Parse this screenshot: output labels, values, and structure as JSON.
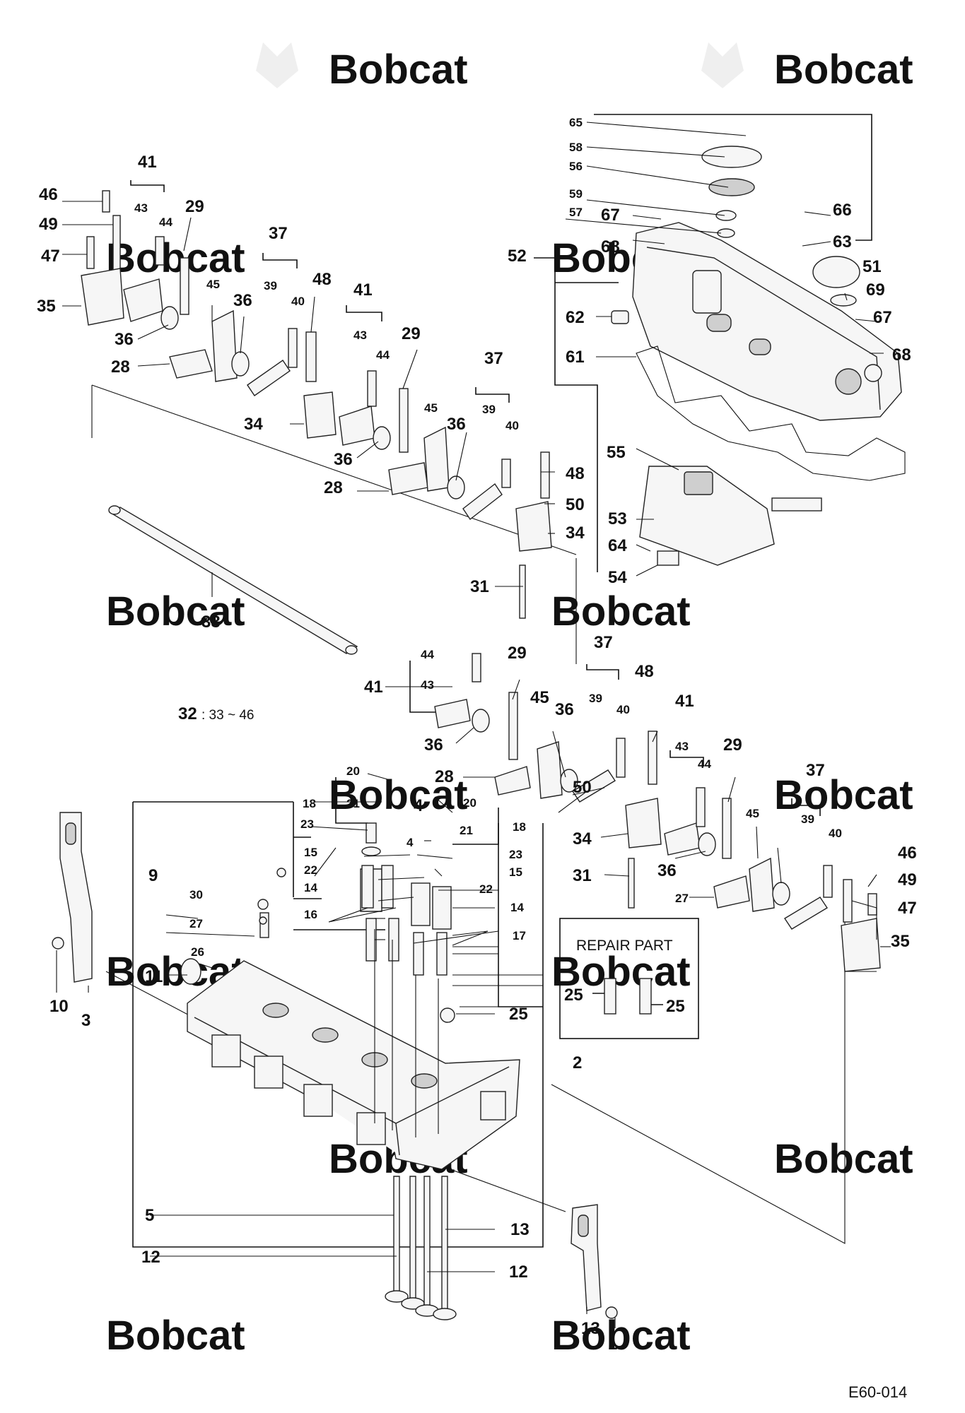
{
  "watermark": {
    "brand": "Bobcat",
    "color": "#ececec",
    "icon": "bobcat-logo-icon"
  },
  "diagram": {
    "reference_code": "E60-014",
    "assembly_note": {
      "number": "32",
      "range": ": 33 ~ 46"
    },
    "repair_box": {
      "title": "REPAIR PART",
      "items": [
        "25",
        "25"
      ]
    },
    "callouts": [
      "65",
      "58",
      "56",
      "59",
      "57",
      "67",
      "66",
      "68",
      "63",
      "52",
      "51",
      "69",
      "62",
      "67",
      "61",
      "68",
      "41",
      "46",
      "43",
      "44",
      "29",
      "49",
      "47",
      "35",
      "36",
      "28",
      "37",
      "45",
      "39",
      "40",
      "48",
      "36",
      "34",
      "41",
      "43",
      "44",
      "29",
      "36",
      "28",
      "45",
      "37",
      "36",
      "39",
      "40",
      "48",
      "50",
      "34",
      "55",
      "53",
      "64",
      "54",
      "33",
      "31",
      "44",
      "43",
      "41",
      "29",
      "37",
      "45",
      "48",
      "36",
      "39",
      "40",
      "36",
      "41",
      "28",
      "43",
      "29",
      "44",
      "50",
      "37",
      "20",
      "18",
      "21",
      "4",
      "20",
      "23",
      "21",
      "18",
      "9",
      "15",
      "22",
      "4",
      "23",
      "14",
      "15",
      "30",
      "16",
      "22",
      "14",
      "27",
      "34",
      "36",
      "39",
      "45",
      "40",
      "46",
      "49",
      "31",
      "27",
      "47",
      "17",
      "35",
      "26",
      "11",
      "25",
      "25",
      "10",
      "3",
      "2",
      "5",
      "13",
      "12",
      "12",
      "13",
      "1",
      "3"
    ]
  }
}
